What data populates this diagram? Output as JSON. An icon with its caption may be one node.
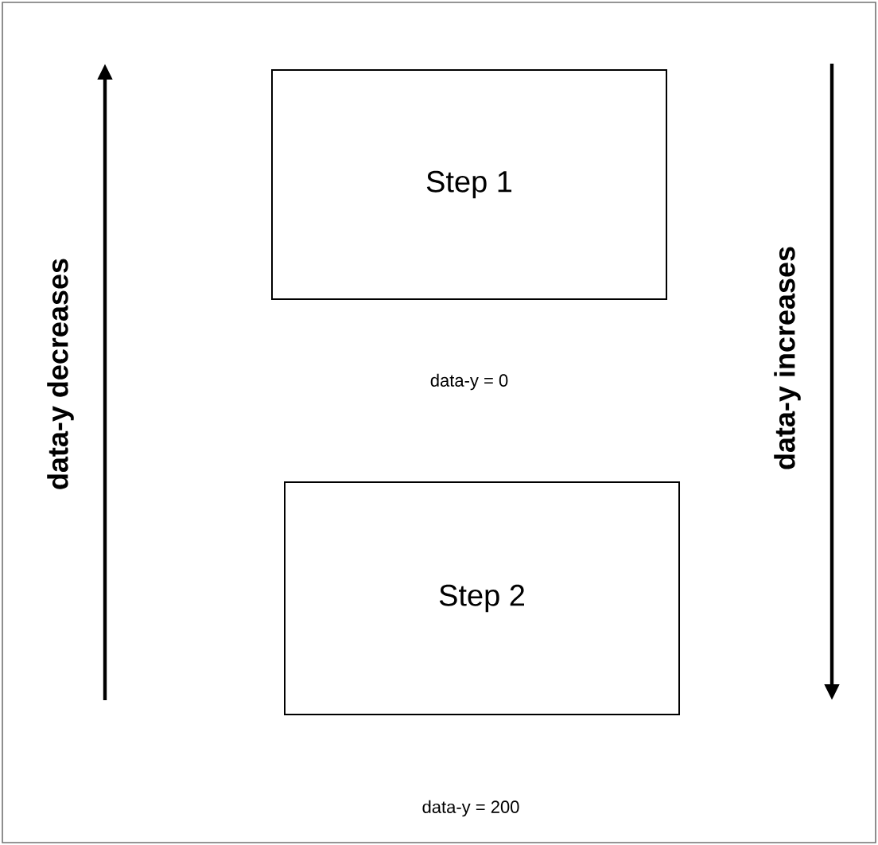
{
  "diagram": {
    "nodes": [
      {
        "text": [
          "Step 1"
        ]
      },
      {
        "text": [
          "Step 2"
        ]
      }
    ],
    "labels": [
      "data-y decreases",
      "data-y increases",
      "data-y = 0",
      "data-y = 200"
    ]
  }
}
